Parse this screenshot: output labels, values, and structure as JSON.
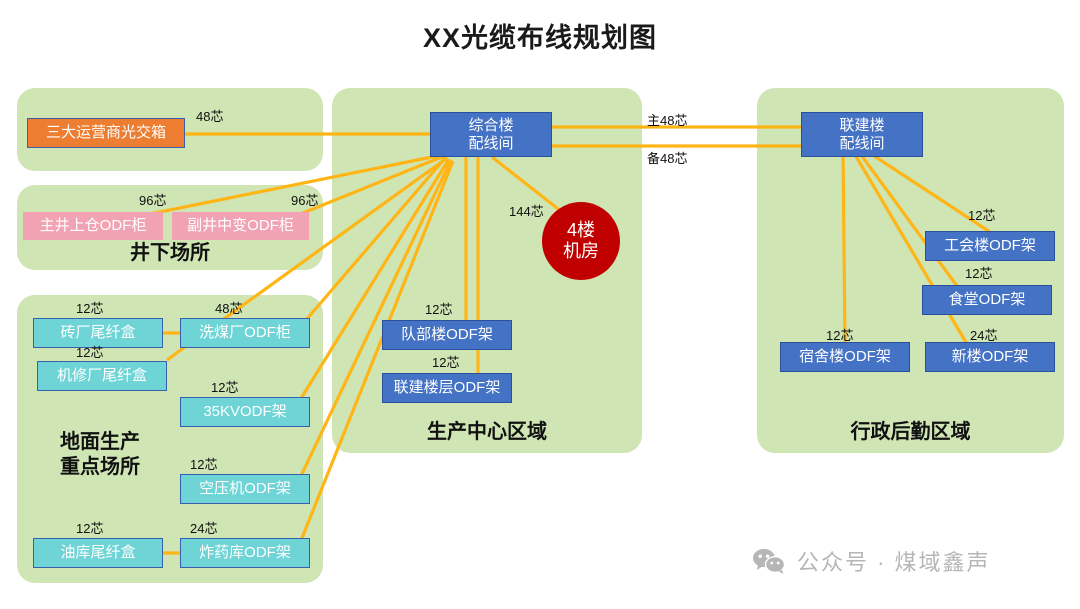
{
  "title": "XX光缆布线规划图",
  "watermark": {
    "text": "公众号 · 煤域鑫声",
    "icon": "wechat-icon"
  },
  "colors": {
    "zone_green": "#cfe5b4",
    "link_orange": "#FFB515",
    "node_orange": "#ED7D31",
    "node_pink": "#F2A3B3",
    "node_cyan": "#6FD4D6",
    "node_blue": "#4472C4",
    "node_red": "#C00000"
  },
  "zones": [
    {
      "id": "carrier-zone",
      "label": ""
    },
    {
      "id": "underground-zone",
      "label": "井下场所"
    },
    {
      "id": "surface-production-zone",
      "label": "地面生产\n重点场所"
    },
    {
      "id": "production-center-zone",
      "label": "生产中心区域"
    },
    {
      "id": "admin-logistics-zone",
      "label": "行政后勤区域"
    }
  ],
  "nodes": {
    "carrier_box": "三大运营商光交箱",
    "main_shaft_odf": "主井上仓ODF柜",
    "aux_shaft_odf": "副井中变ODF柜",
    "brick_factory_box": "砖厂尾纤盒",
    "coal_wash_odf": "洗煤厂ODF柜",
    "repair_factory_box": "机修厂尾纤盒",
    "kv35_odf": "35KVODF架",
    "air_compressor_odf": "空压机ODF架",
    "oil_depot_box": "油库尾纤盒",
    "explosive_odf": "炸药库ODF架",
    "complex_building_room": "综合楼\n配线间",
    "floor4_machine_room": "4楼\n机房",
    "team_building_odf": "队部楼ODF架",
    "joint_floor_odf": "联建楼层ODF架",
    "joint_building_room": "联建楼\n配线间",
    "union_building_odf": "工会楼ODF架",
    "canteen_odf": "食堂ODF架",
    "dorm_building_odf": "宿舍楼ODF架",
    "new_building_odf": "新楼ODF架"
  },
  "edge_labels": {
    "carrier_to_complex": "48芯",
    "main_shaft_to_complex": "96芯",
    "aux_shaft_to_complex": "96芯",
    "brick_to_repair": "12芯",
    "coalwash_to_complex": "48芯",
    "repair_to_complex": "12芯",
    "kv35_to_complex": "12芯",
    "aircomp_to_complex": "12芯",
    "oil_to_explosive": "12芯",
    "explosive_to_complex": "24芯",
    "complex_to_floor4": "144芯",
    "complex_to_team": "12芯",
    "complex_to_jointfloor": "12芯",
    "complex_to_joint_main": "主48芯",
    "complex_to_joint_backup": "备48芯",
    "joint_to_union": "12芯",
    "joint_to_canteen": "12芯",
    "joint_to_dorm": "12芯",
    "joint_to_new": "24芯"
  },
  "chart_data": {
    "type": "diagram",
    "title": "XX光缆布线规划图",
    "nodes": [
      {
        "id": "carrier_box",
        "label": "三大运营商光交箱",
        "zone": "carrier-zone",
        "style": "orange"
      },
      {
        "id": "main_shaft_odf",
        "label": "主井上仓ODF柜",
        "zone": "underground-zone",
        "style": "pink"
      },
      {
        "id": "aux_shaft_odf",
        "label": "副井中变ODF柜",
        "zone": "underground-zone",
        "style": "pink"
      },
      {
        "id": "brick_factory_box",
        "label": "砖厂尾纤盒",
        "zone": "surface-production-zone",
        "style": "cyan"
      },
      {
        "id": "coal_wash_odf",
        "label": "洗煤厂ODF柜",
        "zone": "surface-production-zone",
        "style": "cyan"
      },
      {
        "id": "repair_factory_box",
        "label": "机修厂尾纤盒",
        "zone": "surface-production-zone",
        "style": "cyan"
      },
      {
        "id": "kv35_odf",
        "label": "35KVODF架",
        "zone": "surface-production-zone",
        "style": "cyan"
      },
      {
        "id": "air_compressor_odf",
        "label": "空压机ODF架",
        "zone": "surface-production-zone",
        "style": "cyan"
      },
      {
        "id": "oil_depot_box",
        "label": "油库尾纤盒",
        "zone": "surface-production-zone",
        "style": "cyan"
      },
      {
        "id": "explosive_odf",
        "label": "炸药库ODF架",
        "zone": "surface-production-zone",
        "style": "cyan"
      },
      {
        "id": "complex_building_room",
        "label": "综合楼配线间",
        "zone": "production-center-zone",
        "style": "blue"
      },
      {
        "id": "floor4_machine_room",
        "label": "4楼机房",
        "zone": "production-center-zone",
        "style": "red-circle"
      },
      {
        "id": "team_building_odf",
        "label": "队部楼ODF架",
        "zone": "production-center-zone",
        "style": "blue"
      },
      {
        "id": "joint_floor_odf",
        "label": "联建楼层ODF架",
        "zone": "production-center-zone",
        "style": "blue"
      },
      {
        "id": "joint_building_room",
        "label": "联建楼配线间",
        "zone": "admin-logistics-zone",
        "style": "blue"
      },
      {
        "id": "union_building_odf",
        "label": "工会楼ODF架",
        "zone": "admin-logistics-zone",
        "style": "blue"
      },
      {
        "id": "canteen_odf",
        "label": "食堂ODF架",
        "zone": "admin-logistics-zone",
        "style": "blue"
      },
      {
        "id": "dorm_building_odf",
        "label": "宿舍楼ODF架",
        "zone": "admin-logistics-zone",
        "style": "blue"
      },
      {
        "id": "new_building_odf",
        "label": "新楼ODF架",
        "zone": "admin-logistics-zone",
        "style": "blue"
      }
    ],
    "edges": [
      {
        "from": "carrier_box",
        "to": "complex_building_room",
        "label": "48芯"
      },
      {
        "from": "main_shaft_odf",
        "to": "complex_building_room",
        "label": "96芯"
      },
      {
        "from": "aux_shaft_odf",
        "to": "complex_building_room",
        "label": "96芯"
      },
      {
        "from": "brick_factory_box",
        "to": "coal_wash_odf",
        "label": "12芯"
      },
      {
        "from": "coal_wash_odf",
        "to": "complex_building_room",
        "label": "48芯"
      },
      {
        "from": "repair_factory_box",
        "to": "complex_building_room",
        "label": "12芯"
      },
      {
        "from": "kv35_odf",
        "to": "complex_building_room",
        "label": "12芯"
      },
      {
        "from": "air_compressor_odf",
        "to": "complex_building_room",
        "label": "12芯"
      },
      {
        "from": "oil_depot_box",
        "to": "explosive_odf",
        "label": "12芯"
      },
      {
        "from": "explosive_odf",
        "to": "complex_building_room",
        "label": "24芯"
      },
      {
        "from": "complex_building_room",
        "to": "floor4_machine_room",
        "label": "144芯"
      },
      {
        "from": "complex_building_room",
        "to": "team_building_odf",
        "label": "12芯"
      },
      {
        "from": "complex_building_room",
        "to": "joint_floor_odf",
        "label": "12芯"
      },
      {
        "from": "complex_building_room",
        "to": "joint_building_room",
        "label": "主48芯"
      },
      {
        "from": "complex_building_room",
        "to": "joint_building_room",
        "label": "备48芯"
      },
      {
        "from": "joint_building_room",
        "to": "union_building_odf",
        "label": "12芯"
      },
      {
        "from": "joint_building_room",
        "to": "canteen_odf",
        "label": "12芯"
      },
      {
        "from": "joint_building_room",
        "to": "dorm_building_odf",
        "label": "12芯"
      },
      {
        "from": "joint_building_room",
        "to": "new_building_odf",
        "label": "24芯"
      }
    ]
  }
}
